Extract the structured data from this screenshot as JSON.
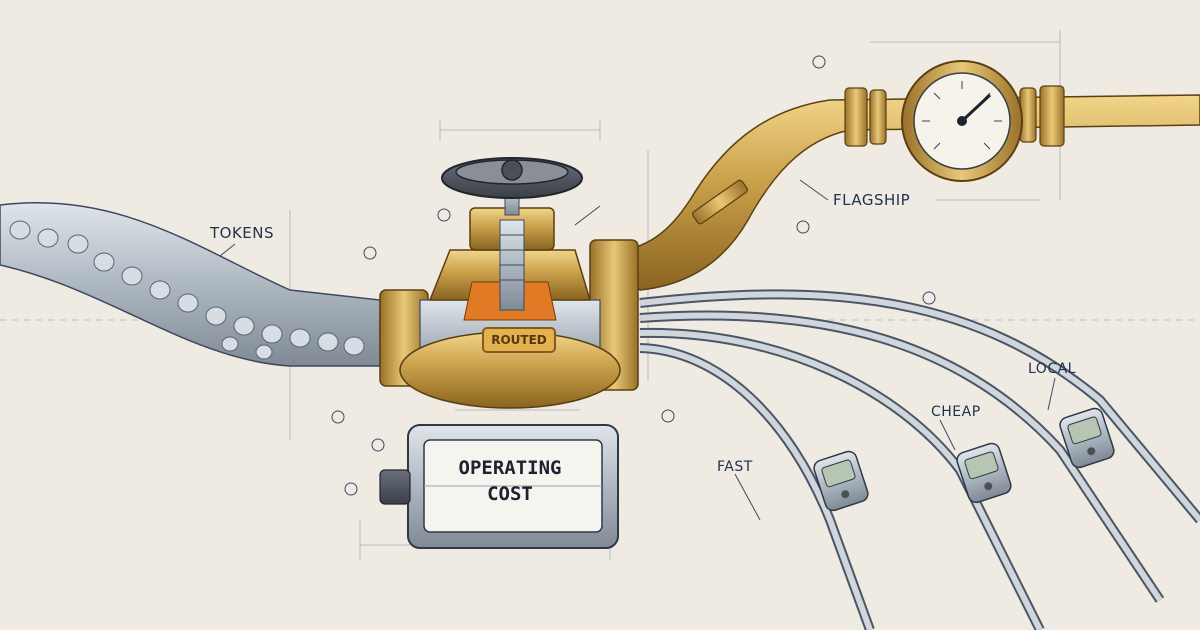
{
  "labels": {
    "tokens": "TOKENS",
    "flagship": "FLAGSHIP",
    "local": "LOCAL",
    "cheap": "CHEAP",
    "fast": "FAST"
  },
  "valve": {
    "badge": "ROUTED"
  },
  "counter": {
    "line1": "OPERATING",
    "line2": "COST"
  },
  "colors": {
    "paper": "#efebe2",
    "ink": "#22324f",
    "brass": "#c9a04a",
    "steel": "#b9c2c9",
    "handwheel": "#4a4f58"
  },
  "icons": [
    "handwheel-icon",
    "pressure-gauge-icon",
    "digital-meter-icon"
  ]
}
